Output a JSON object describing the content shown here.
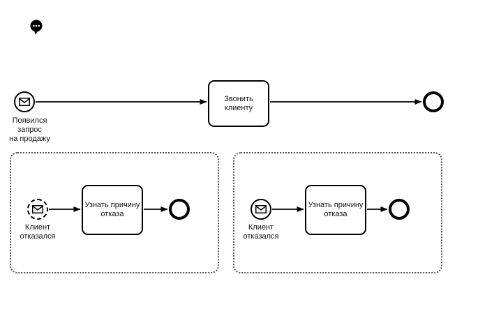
{
  "colors": {
    "stroke": "#000000",
    "fill": "#ffffff",
    "label": "#111111"
  },
  "toolbar": {
    "comments_icon": "chat-bubble-with-dots"
  },
  "main_process": {
    "start_event": {
      "icon": "message-icon",
      "style": "solid",
      "label": "Появился запрос\nна продажу"
    },
    "task": {
      "label": "Звонить\nклиенту"
    },
    "end_event": {
      "style": "thick"
    }
  },
  "event_subprocess_left": {
    "border": "dotted",
    "start_event": {
      "icon": "message-icon",
      "style": "dashed",
      "label": "Клиент\nотказался"
    },
    "task": {
      "label": "Узнать причину\nотказа"
    },
    "end_event": {
      "style": "thick"
    }
  },
  "event_subprocess_right": {
    "border": "dotted",
    "start_event": {
      "icon": "message-icon",
      "style": "solid",
      "label": "Клиент\nотказался"
    },
    "task": {
      "label": "Узнать причину\nотказа"
    },
    "end_event": {
      "style": "thick"
    }
  }
}
